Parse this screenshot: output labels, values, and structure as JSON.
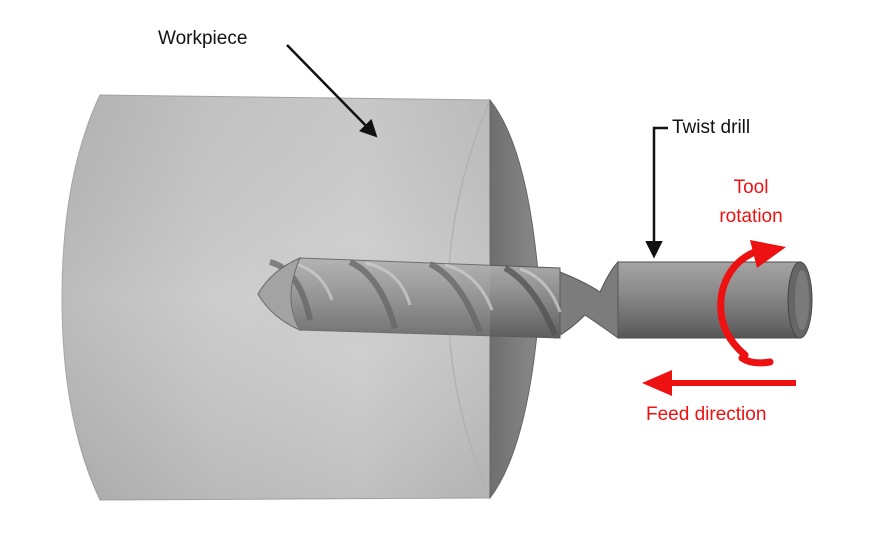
{
  "labels": {
    "workpiece": "Workpiece",
    "twist_drill": "Twist drill",
    "tool_rotation_line1": "Tool",
    "tool_rotation_line2": "rotation",
    "feed_direction": "Feed direction"
  },
  "colors": {
    "annotation_black": "#111111",
    "annotation_red": "#ee1111",
    "workpiece_body": "#c4c4c4",
    "workpiece_face": "#7a7a7a",
    "drill_steel": "#8c8c8c"
  }
}
